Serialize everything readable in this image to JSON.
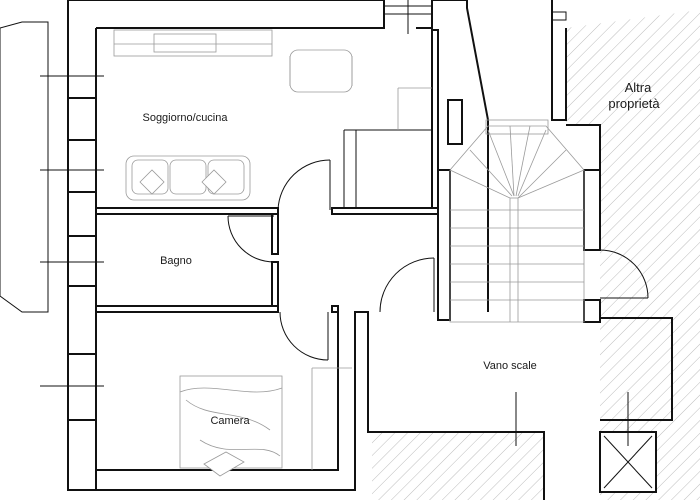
{
  "rooms": {
    "living": "Soggiorno/cucina",
    "bath": "Bagno",
    "stairwell": "Vano scale",
    "bedroom": "Camera"
  },
  "areas": {
    "other_property_line1": "Altra",
    "other_property_line2": "proprietà"
  },
  "colors": {
    "walls": "#111111",
    "furniture": "#9a9a9a",
    "hatch": "#bdbdbd",
    "background": "#ffffff"
  }
}
